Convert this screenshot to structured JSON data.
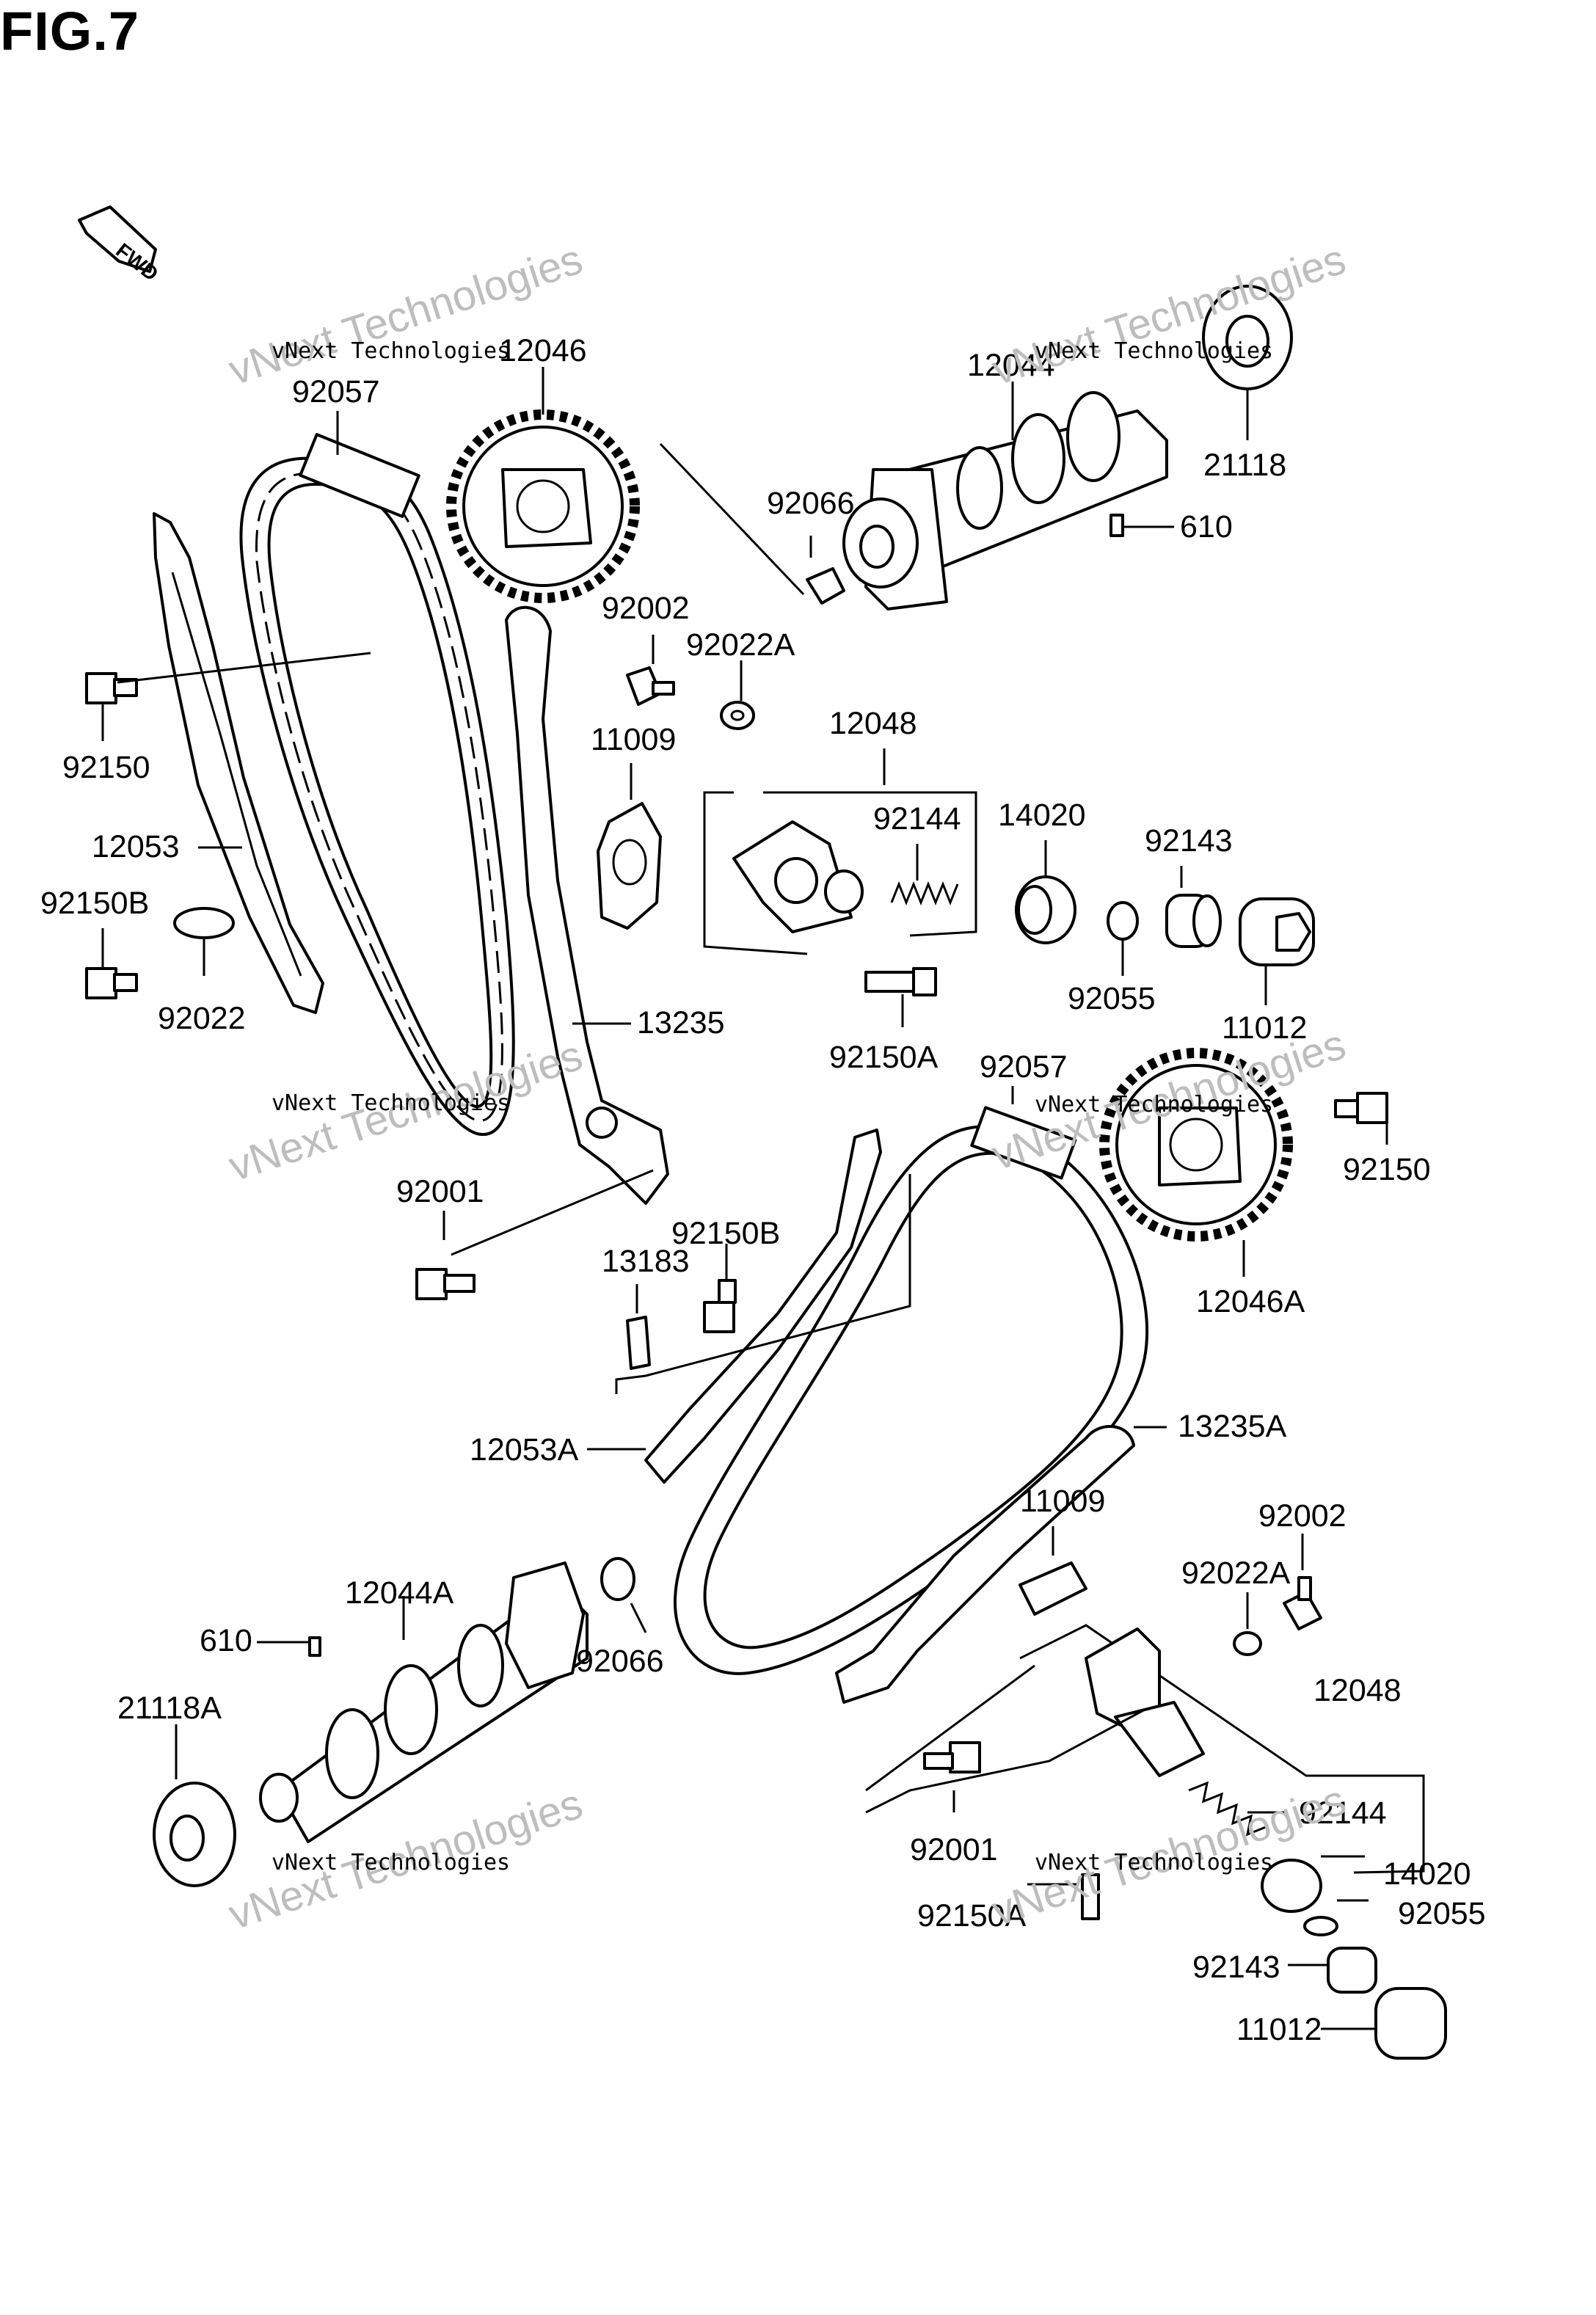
{
  "figure": {
    "title": "FIG.7",
    "fwd_marker": "FWD"
  },
  "watermark": {
    "line1": "vNext Technologies",
    "line2": "vNext Technologies"
  },
  "labels": [
    "92057",
    "12046",
    "12044",
    "21118",
    "610",
    "92066",
    "92002",
    "92022A",
    "11009",
    "12048",
    "92144",
    "14020",
    "92143",
    "92055",
    "11012",
    "92150A",
    "92150",
    "12053",
    "92150B",
    "92022",
    "13235",
    "92057",
    "92150",
    "12046A",
    "92001",
    "92150B",
    "13183",
    "12053A",
    "13235A",
    "11009",
    "92002",
    "92022A",
    "12048",
    "92144",
    "14020",
    "92055",
    "92150A",
    "92001",
    "92143",
    "11012",
    "12044A",
    "610",
    "92066",
    "21118A"
  ]
}
